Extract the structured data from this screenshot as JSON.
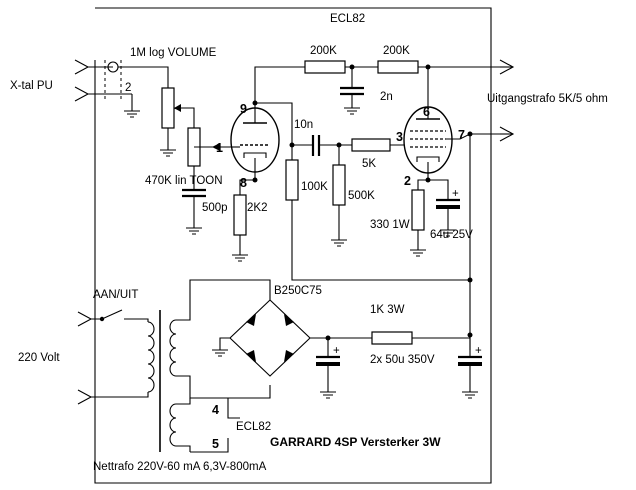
{
  "labels": {
    "tube_title": "ECL82",
    "vol_pot": "1M log VOLUME",
    "input": "X-tal PU",
    "pin_2": "2",
    "r200k_a": "200K",
    "r200k_b": "200K",
    "cap_2n": "2n",
    "output": "Uitgangstrafo 5K/5 ohm",
    "pin_9": "9",
    "pin_6": "6",
    "cap_10n": "10n",
    "pin_1": "1",
    "pin_3": "3",
    "pin_7": "7",
    "r5k": "5K",
    "tone_pot": "470K lin TOON",
    "r100k": "100K",
    "r500k": "500K",
    "pin_8": "8",
    "pin_2b": "2",
    "cap_500p": "500p",
    "r2k2": "2K2",
    "r330": "330 1W",
    "cap_64u": "64u 25V",
    "switch": "AAN/UIT",
    "bridge": "B250C75",
    "r1k": "1K 3W",
    "mains": "220 Volt",
    "caps_50u": "2x 50u 350V",
    "fil_4": "4",
    "fil_5": "5",
    "fil_tube": "ECL82",
    "title": "GARRARD 4SP Versterker 3W",
    "transformer": "Nettrafo 220V-60 mA 6,3V-800mA"
  },
  "symbols": {
    "plus_a": "+",
    "plus_b": "+",
    "plus_c": "+",
    "plus_d": "+"
  }
}
